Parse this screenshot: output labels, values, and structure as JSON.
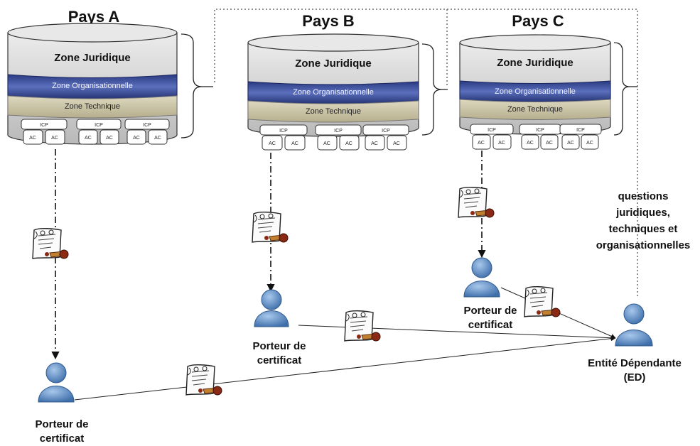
{
  "countries": [
    {
      "title": "Pays A",
      "zone_juridique": "Zone Juridique",
      "zone_organisationnelle": "Zone Organisationnelle",
      "zone_technique": "Zone Technique",
      "icp": "ICP",
      "ac": "AC"
    },
    {
      "title": "Pays B",
      "zone_juridique": "Zone Juridique",
      "zone_organisationnelle": "Zone Organisationnelle",
      "zone_technique": "Zone Technique",
      "icp": "ICP",
      "ac": "AC"
    },
    {
      "title": "Pays C",
      "zone_juridique": "Zone Juridique",
      "zone_organisationnelle": "Zone Organisationnelle",
      "zone_technique": "Zone Technique",
      "icp": "ICP",
      "ac": "AC"
    }
  ],
  "holders": [
    {
      "line1": "Porteur de",
      "line2": "certificat"
    },
    {
      "line1": "Porteur de",
      "line2": "certificat"
    },
    {
      "line1": "Porteur de",
      "line2": "certificat"
    }
  ],
  "relying_party": {
    "line1": "Entité Dépendante",
    "line2": "(ED)"
  },
  "issues_note": [
    "questions",
    "juridiques,",
    "techniques et",
    "organisationnelles"
  ],
  "colors": {
    "zone_juridique": "#c9c9c9",
    "zone_organisationnelle": "#2c3d86",
    "zone_technique": "#c8c2a5",
    "person": "#5f90c9",
    "seal": "#8b2a14"
  }
}
